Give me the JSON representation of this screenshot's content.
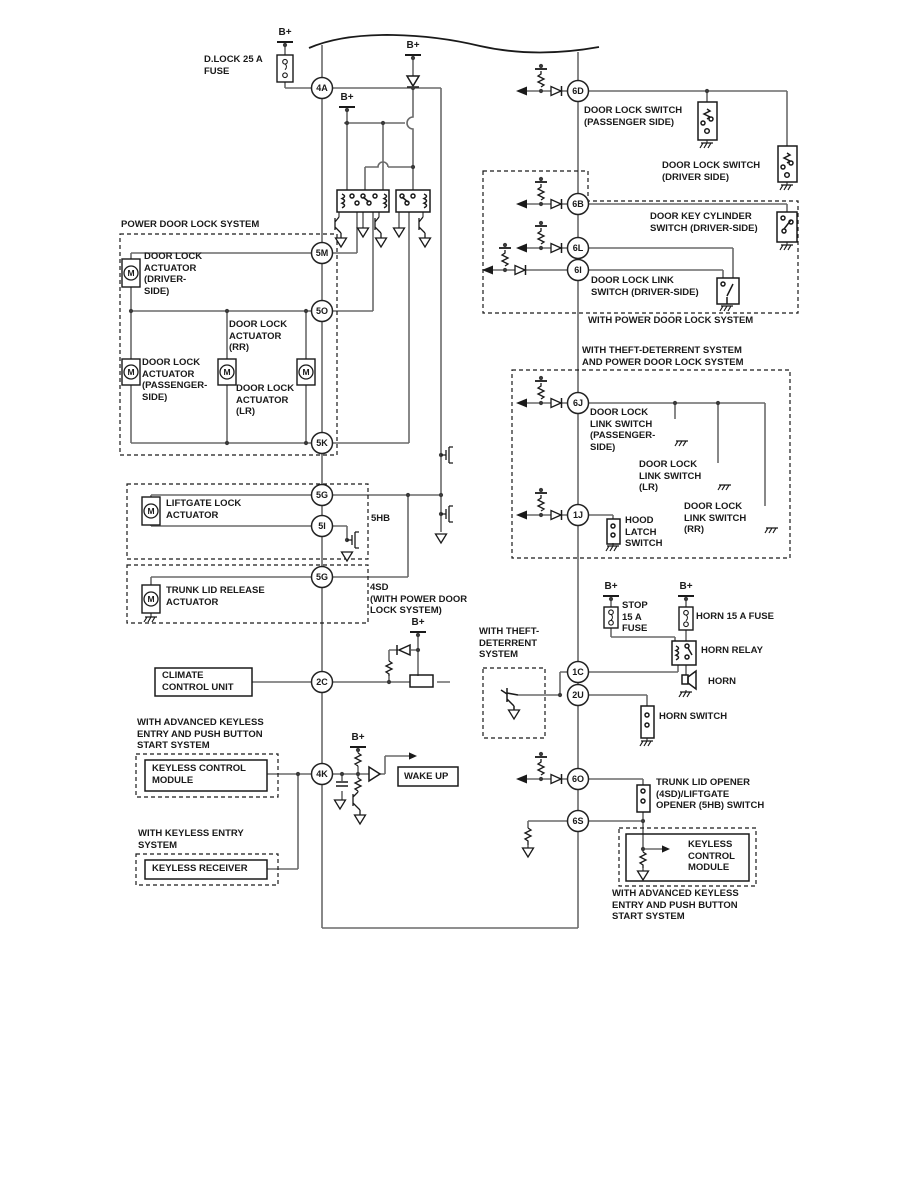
{
  "diagram": {
    "b_plus": "B+",
    "motor_m": "M",
    "connectors": {
      "c4a": "4A",
      "c5m": "5M",
      "c5o": "5O",
      "c5k": "5K",
      "c5g1": "5G",
      "c5i": "5I",
      "c5g2": "5G",
      "c2c": "2C",
      "c4k": "4K",
      "c6d": "6D",
      "c6b": "6B",
      "c6l": "6L",
      "c6i": "6I",
      "c6j": "6J",
      "c1j": "1J",
      "c1c": "1C",
      "c2u": "2U",
      "c6o": "6O",
      "c6s": "6S"
    },
    "labels": {
      "dlock_fuse": "D.LOCK 25 A\nFUSE",
      "power_door_lock_system": "POWER DOOR LOCK SYSTEM",
      "act_driver": "DOOR LOCK\nACTUATOR\n(DRIVER-\nSIDE)",
      "act_rr": "DOOR LOCK\nACTUATOR\n(RR)",
      "act_passenger": "DOOR LOCK\nACTUATOR\n(PASSENGER-\nSIDE)",
      "act_lr": "DOOR LOCK\nACTUATOR\n(LR)",
      "liftgate": "LIFTGATE LOCK\nACTUATOR",
      "ref_5hb": "5HB",
      "trunk": "TRUNK LID RELEASE\nACTUATOR",
      "ref_4sd": "4SD\n(WITH POWER DOOR\nLOCK SYSTEM)",
      "climate": "CLIMATE\nCONTROL UNIT",
      "with_akl": "WITH ADVANCED KEYLESS\nENTRY AND PUSH BUTTON\nSTART SYSTEM",
      "kcm": "KEYLESS CONTROL\nMODULE",
      "wake_up": "WAKE UP",
      "with_ke": "WITH KEYLESS ENTRY\nSYSTEM",
      "receiver": "KEYLESS RECEIVER",
      "dls_pass": "DOOR LOCK SWITCH\n(PASSENGER SIDE)",
      "dls_drv": "DOOR LOCK SWITCH\n(DRIVER SIDE)",
      "dkc": "DOOR KEY CYLINDER\nSWITCH (DRIVER-SIDE)",
      "dll_drv": "DOOR LOCK LINK\nSWITCH (DRIVER-SIDE)",
      "with_pdl": "WITH POWER DOOR LOCK SYSTEM",
      "with_theft_pdl": "WITH THEFT-DETERRENT SYSTEM\nAND POWER DOOR LOCK SYSTEM",
      "dll_pass": "DOOR LOCK\nLINK SWITCH\n(PASSENGER-\nSIDE)",
      "dll_lr": "DOOR LOCK\nLINK SWITCH\n(LR)",
      "dll_rr": "DOOR LOCK\nLINK SWITCH\n(RR)",
      "hood": "HOOD\nLATCH\nSWITCH",
      "stop_fuse": "STOP\n15 A\nFUSE",
      "horn_fuse": "HORN 15 A FUSE",
      "horn_relay": "HORN RELAY",
      "horn": "HORN",
      "with_theft": "WITH THEFT-\nDETERRENT\nSYSTEM",
      "horn_switch": "HORN SWITCH",
      "trunk_opener": "TRUNK LID OPENER\n(4SD)/LIFTGATE\nOPENER (5HB) SWITCH",
      "kcm2": "KEYLESS\nCONTROL\nMODULE",
      "with_akl2": "WITH ADVANCED KEYLESS\nENTRY AND PUSH BUTTON\nSTART SYSTEM"
    },
    "colors": {
      "wire": "#6a6a6a",
      "symbol": "#1a1a1a",
      "background": "#ffffff"
    }
  }
}
